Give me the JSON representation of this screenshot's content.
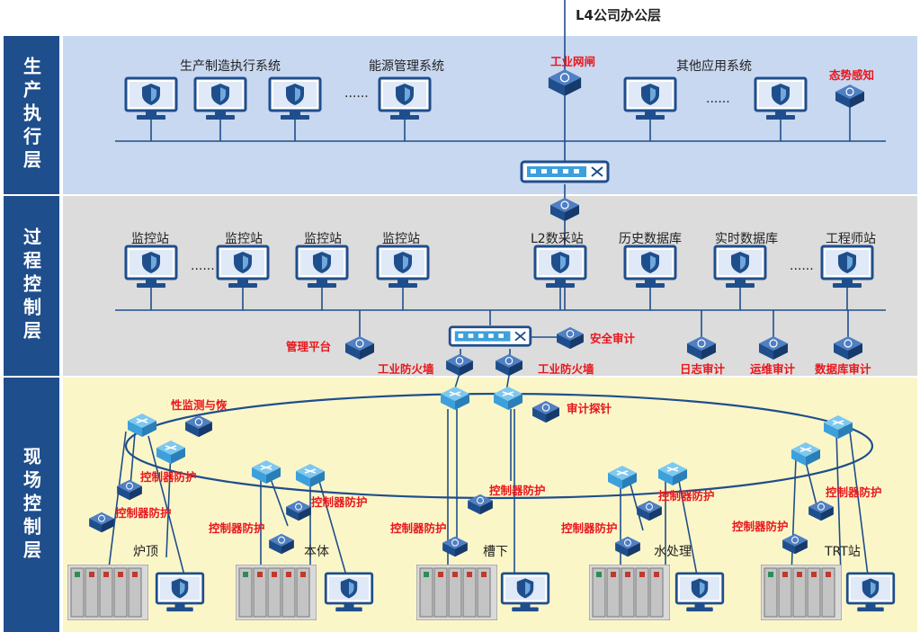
{
  "top_label": "L4公司办公层",
  "layers": {
    "production": "生产执行层",
    "process": "过程控制层",
    "field": "现场控制层"
  },
  "production": {
    "mes": "生产制造执行系统",
    "energy": "能源管理系统",
    "other": "其他应用系统",
    "gateway": "工业网闸",
    "situation": "态势感知",
    "ellipsis": "......"
  },
  "process": {
    "monitor1": "监控站",
    "monitor2": "监控站",
    "monitor3": "监控站",
    "monitor4": "监控站",
    "l2": "L2数采站",
    "history_db": "历史数据库",
    "realtime_db": "实时数据库",
    "engineer": "工程师站",
    "mgmt_platform": "管理平台",
    "security_audit": "安全审计",
    "firewall_left": "工业防火墙",
    "firewall_right": "工业防火墙",
    "log_audit": "日志审计",
    "ops_audit": "运维审计",
    "db_audit": "数据库审计",
    "ellipsis": "......"
  },
  "field": {
    "performance_monitor": "性监测与恢",
    "audit_probe": "审计探针",
    "controller_protect": "控制器防护",
    "sites": [
      "炉顶",
      "本体",
      "槽下",
      "水处理",
      "TRT站"
    ]
  },
  "colors": {
    "sidebar": "#1f4e8c",
    "production_bg": "#c8d8f0",
    "process_bg": "#dcdcdc",
    "field_bg": "#fbf6c8",
    "line": "#1f4e8c",
    "alert": "#e8161c",
    "switch": "#3ca0dc",
    "device": "#1f4e8c"
  }
}
